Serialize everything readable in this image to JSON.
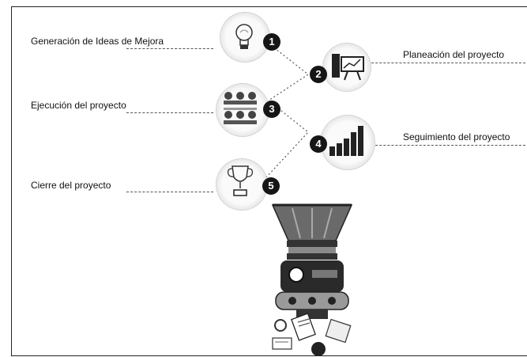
{
  "steps": [
    {
      "number": "1",
      "label": "Generación de Ideas de Mejora",
      "icon": "lightbulb-icon"
    },
    {
      "number": "2",
      "label": "Planeación del proyecto",
      "icon": "presentation-board-icon"
    },
    {
      "number": "3",
      "label": "Ejecución del proyecto",
      "icon": "team-people-icon"
    },
    {
      "number": "4",
      "label": "Seguimiento del proyecto",
      "icon": "bar-chart-icon"
    },
    {
      "number": "5",
      "label": "Cierre del proyecto",
      "icon": "trophy-icon"
    }
  ],
  "illustration": "funnel-machine-icon",
  "colors": {
    "badge": "#161616",
    "line": "#555555"
  }
}
